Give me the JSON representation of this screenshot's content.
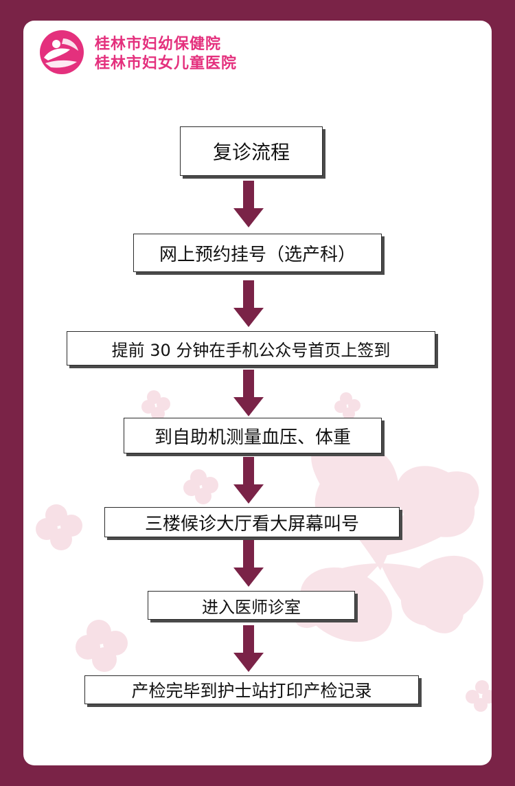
{
  "header": {
    "org_name_1": "桂林市妇幼保健院",
    "org_name_2": "桂林市妇女儿童医院",
    "logo_icon": "hands-holding-baby-logo"
  },
  "flow": {
    "title": "复诊流程",
    "steps": [
      "网上预约挂号（选产科）",
      "提前 30 分钟在手机公众号首页上签到",
      "到自助机测量血压、体重",
      "三楼候诊大厅看大屏幕叫号",
      "进入医师诊室",
      "产检完毕到护士站打印产检记录"
    ],
    "arrow_icon": "down-arrow-icon"
  },
  "colors": {
    "frame": "#7a2347",
    "brand_pink": "#e4307d",
    "arrow": "#7a2347",
    "petal": "#f6dce3"
  }
}
